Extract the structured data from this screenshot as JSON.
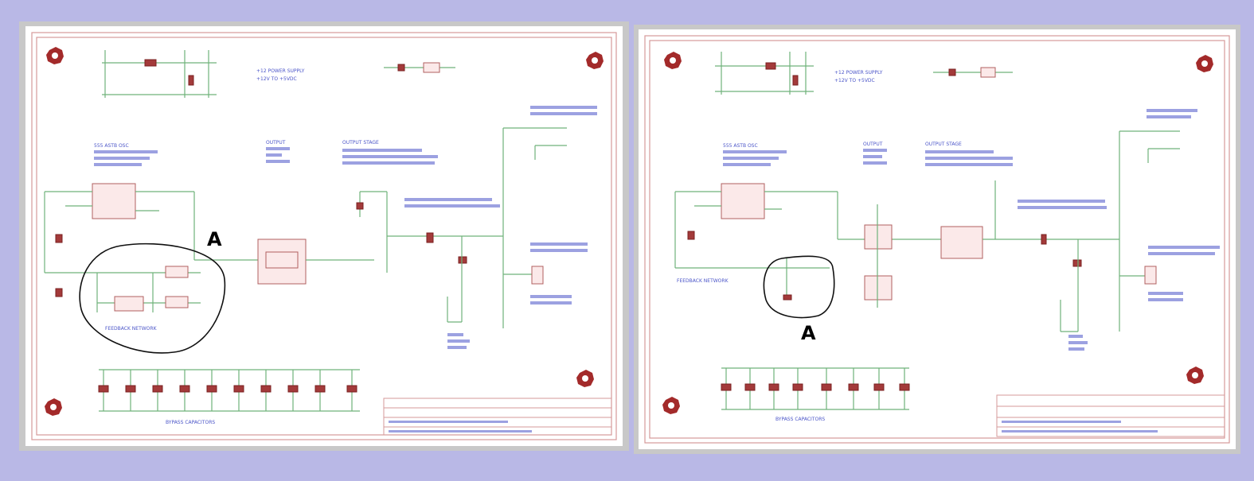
{
  "panels": [
    {
      "name": "schematic-left",
      "annotation": "A",
      "labels": {
        "power": "+12 POWER SUPPLY",
        "power2": "+12V TO +5VDC",
        "osc": "555 ASTB OSC",
        "buffer": "OUTPUT",
        "drive": "OUTPUT STAGE",
        "fb": "FEEDBACK NETWORK",
        "caps": "BYPASS CAPACITORS"
      }
    },
    {
      "name": "schematic-right",
      "annotation": "A",
      "labels": {
        "power": "+12 POWER SUPPLY",
        "power2": "+12V TO +5VDC",
        "osc": "555 ASTB OSC",
        "buffer": "OUTPUT",
        "drive": "OUTPUT STAGE",
        "fb": "FEEDBACK NETWORK",
        "caps": "BYPASS CAPACITORS"
      }
    }
  ],
  "colors": {
    "background": "#b9b8e6",
    "wire": "#6fb27a",
    "border": "#d69a9a",
    "text": "#4a54c8",
    "hole": "#a32a2a"
  }
}
